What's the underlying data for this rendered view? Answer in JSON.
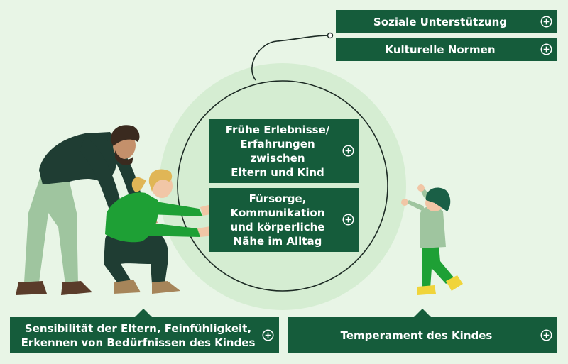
{
  "boxes": {
    "social_support": "Soziale Unterstützung",
    "cultural_norms": "Kulturelle Normen",
    "early_experiences": "Frühe Erlebnisse/\nErfahrungen\nzwischen\nEltern und Kind",
    "care_communication": "Fürsorge,\nKommunikation\nund körperliche\nNähe im Alltag",
    "parent_sensitivity": "Sensibilität der Eltern, Feinfühligkeit,\nErkennen von Bedürfnissen des Kindes",
    "child_temperament": "Temperament des Kindes"
  },
  "icons": {
    "expand": "plus-circle-icon"
  },
  "colors": {
    "background": "#e8f5e6",
    "box": "#155c3b",
    "halo": "#d3ecd0",
    "green_bright": "#1ea035",
    "sage": "#9fc59f",
    "dark_jacket": "#1f3d33"
  }
}
